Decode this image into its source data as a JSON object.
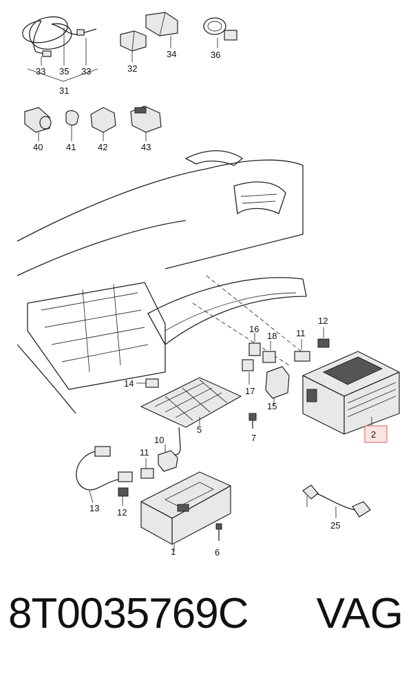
{
  "labels": {
    "l33a": "33",
    "l35": "35",
    "l33b": "33",
    "l31": "31",
    "l32": "32",
    "l34": "34",
    "l36": "36",
    "l40": "40",
    "l41": "41",
    "l42": "42",
    "l43": "43",
    "l12a": "12",
    "l11a": "11",
    "l16": "16",
    "l18": "18",
    "l17": "17",
    "l15": "15",
    "l2": "2",
    "l14": "14",
    "l5": "5",
    "l7": "7",
    "l10": "10",
    "l11b": "11",
    "l13": "13",
    "l12b": "12",
    "l1": "1",
    "l6": "6",
    "l25": "25"
  },
  "caption": {
    "part_number": "8T0035769C",
    "brand": "VAG"
  },
  "colors": {
    "highlight": "#fbe3e3"
  }
}
